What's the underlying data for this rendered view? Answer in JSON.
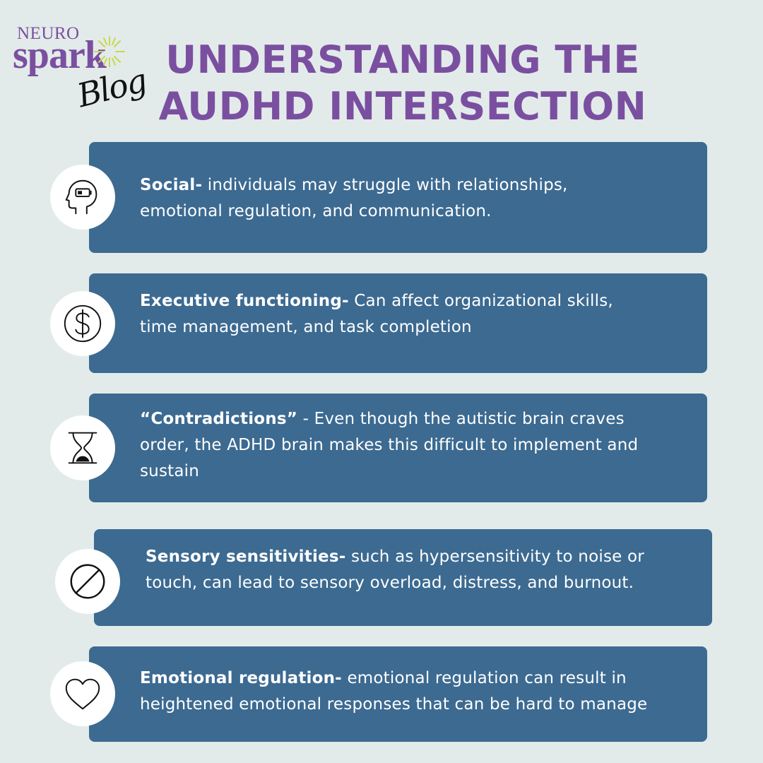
{
  "logo": {
    "neuro": "NEURO",
    "spark": "spark",
    "blog": "Blog"
  },
  "title": {
    "line1": "UNDERSTANDING THE",
    "line2": "AUDHD INTERSECTION"
  },
  "colors": {
    "background": "#e2ebea",
    "card": "#3c6a91",
    "title": "#7b4fa0",
    "burst": "#c8d84a"
  },
  "items": [
    {
      "icon": "head-battery-icon",
      "lead": "Social-",
      "text": " individuals may struggle with relationships, emotional regulation, and communication."
    },
    {
      "icon": "dollar-icon",
      "lead": "Executive functioning-",
      "text": " Can affect organizational skills, time management, and task completion"
    },
    {
      "icon": "hourglass-icon",
      "lead": "“Contradictions”",
      "text": " - Even though the autistic brain craves order, the ADHD brain makes this difficult to implement and sustain"
    },
    {
      "icon": "prohibited-icon",
      "lead": "Sensory sensitivities-",
      "text": " such as hypersensitivity to noise or touch, can lead to sensory overload, distress, and burnout."
    },
    {
      "icon": "heart-icon",
      "lead": "Emotional regulation-",
      "text": " emotional regulation can result in heightened emotional responses that can be hard to manage"
    }
  ]
}
